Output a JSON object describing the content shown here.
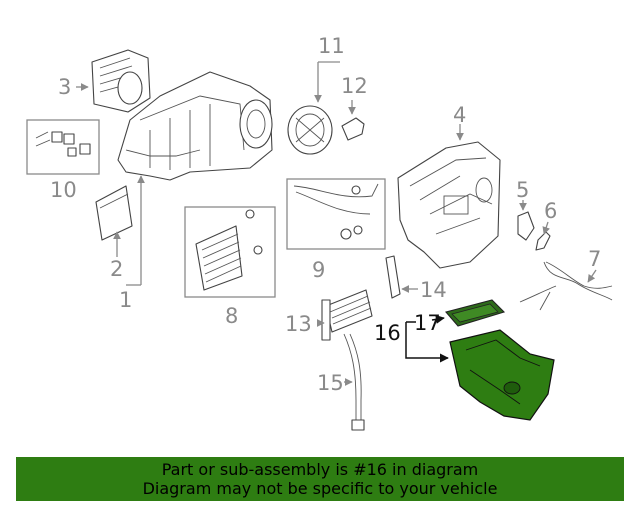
{
  "labels": {
    "p1": "1",
    "p2": "2",
    "p3": "3",
    "p4": "4",
    "p5": "5",
    "p6": "6",
    "p7": "7",
    "p8": "8",
    "p9": "9",
    "p10": "10",
    "p11": "11",
    "p12": "12",
    "p13": "13",
    "p14": "14",
    "p15": "15",
    "p16": "16",
    "p17": "17"
  },
  "highlight": {
    "part_number": "16",
    "fill_color": "#2e7d12"
  },
  "banner": {
    "line1": "Part or sub-assembly is #16 in diagram",
    "line2": "Diagram may not be specific to your vehicle",
    "background": "#2e7d12"
  }
}
